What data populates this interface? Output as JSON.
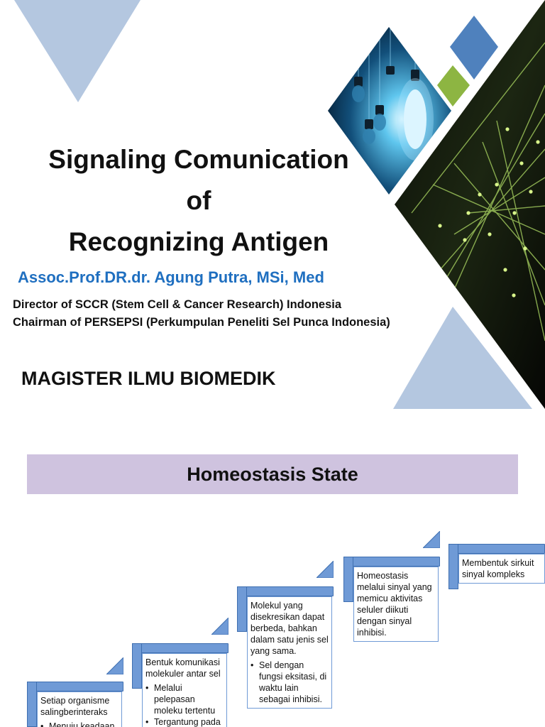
{
  "cover": {
    "title_lines": [
      "Signaling Comunication",
      "of",
      "Recognizing Antigen"
    ],
    "author": "Assoc.Prof.DR.dr. Agung Putra, MSi, Med",
    "affiliations": [
      "Director of SCCR (Stem Cell & Cancer Research) Indonesia",
      "Chairman of PERSEPSI (Perkumpulan Peneliti Sel Punca Indonesia)"
    ],
    "program": "MAGISTER ILMU BIOMEDIK",
    "colors": {
      "blue_tri": "#b4c7e0",
      "diamond_blue": "#4f81bd",
      "diamond_green": "#8db542"
    }
  },
  "homeostasis": {
    "heading": "Homeostasis State",
    "steps": [
      {
        "text": "Setiap organisme salingberinteraks",
        "bullets": [
          "Menuju keadaan"
        ]
      },
      {
        "text": "Bentuk komunikasi molekuler antar sel",
        "bullets": [
          "Melalui pelepasan moleku tertentu",
          "Tergantung pada karakteristik sel dan"
        ]
      },
      {
        "text": "Molekul yang disekresikan dapat berbeda, bahkan dalam satu jenis sel yang sama.",
        "bullets": [
          "Sel dengan fungsi eksitasi, di waktu lain sebagai inhibisi."
        ]
      },
      {
        "text": "Homeostasis melalui sinyal yang memicu aktivitas seluler diikuti dengan sinyal inhibisi.",
        "bullets": []
      },
      {
        "text": "Membentuk sirkuit sinyal kompleks",
        "bullets": []
      }
    ]
  }
}
